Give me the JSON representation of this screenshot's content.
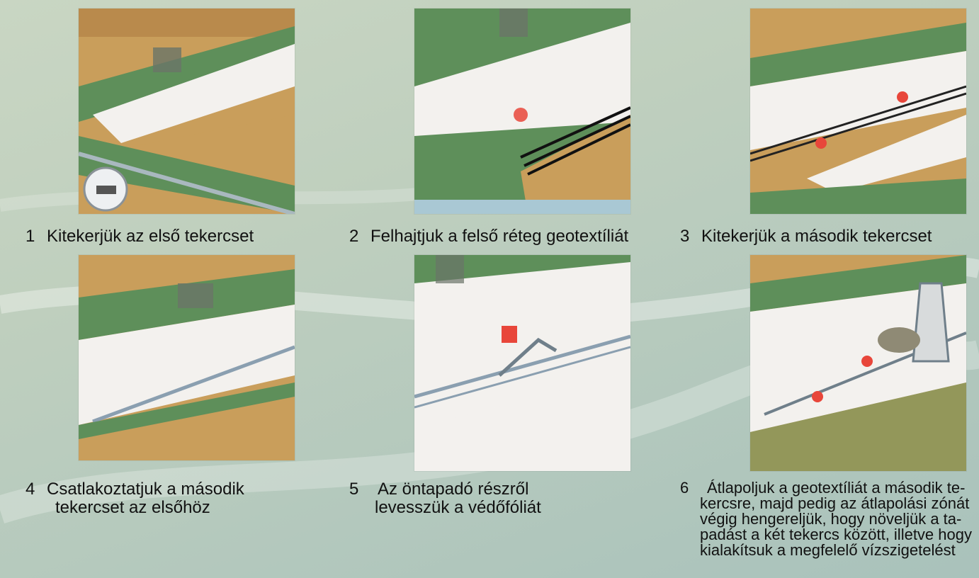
{
  "steps": [
    {
      "number": "1",
      "caption": "Kitekerjük az első tekercset"
    },
    {
      "number": "2",
      "caption": "Felhajtjuk a felső réteg geotextíliát"
    },
    {
      "number": "3",
      "caption": "Kitekerjük a második tekercset"
    },
    {
      "number": "4",
      "lines": [
        "Csatlakoztatjuk a második",
        "tekercset az elsőhöz"
      ]
    },
    {
      "number": "5",
      "lines": [
        "Az öntapadó részről",
        "levesszük a védőfóliát"
      ]
    },
    {
      "number": "6",
      "lines": [
        "Átlapoljuk a geotextíliát a második te-",
        "kercsre, majd pedig az átlapolási zónát",
        "végig hengereljük, hogy növeljük a ta-",
        "padást a két tekercs között, illetve hogy",
        "kialakítsuk a megfelelő vízszigetelést"
      ]
    }
  ],
  "colors": {
    "turf": "#5e8f5a",
    "soil": "#c99e5b",
    "membrane": "#f3f1ee",
    "marker": "#e8463a"
  }
}
